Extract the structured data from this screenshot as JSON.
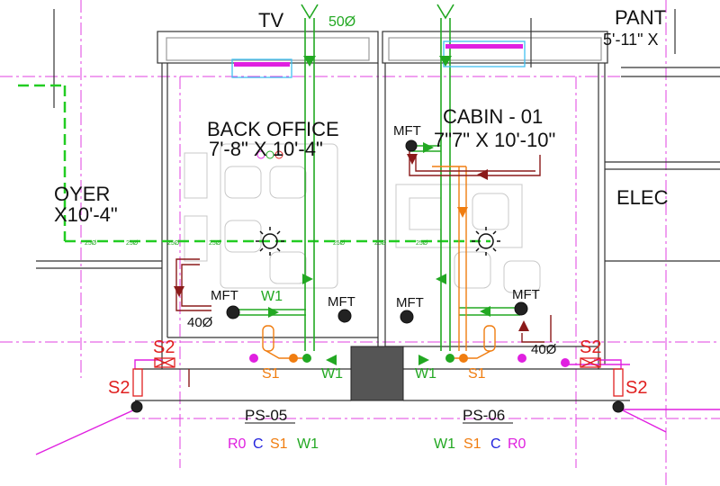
{
  "rooms": {
    "tv": "TV",
    "pantry_name": "PANT",
    "pantry_size": "5'-11\" X",
    "back_office_name": "BACK OFFICE",
    "back_office_size": "7'-8\" X 10'-4\"",
    "cabin_name": "CABIN - 01",
    "cabin_size": "7\"7\" X 10'-10\"",
    "foyer_name": "OYER",
    "foyer_size": "X10'-4\"",
    "elec": "ELEC"
  },
  "pipe_sizes": {
    "top": "50Ø",
    "left_bottom": "40Ø",
    "right_bottom": "40Ø",
    "horizontal_run": "25Ø"
  },
  "mft_label": "MFT",
  "pipe_tags": {
    "w1": "W1",
    "s1": "S1",
    "s2": "S2",
    "r0": "R0",
    "c": "C"
  },
  "shafts": {
    "left": "PS-05",
    "right": "PS-06"
  },
  "legend_left": [
    "R0",
    "C",
    "S1",
    "W1"
  ],
  "legend_right": [
    "W1",
    "S1",
    "C",
    "R0"
  ],
  "colors": {
    "water": "#22a822",
    "sewer": "#f07d10",
    "waste": "#e02020",
    "rain": "#e020e0",
    "condensate": "#2222dd",
    "shaft": "#555555"
  }
}
